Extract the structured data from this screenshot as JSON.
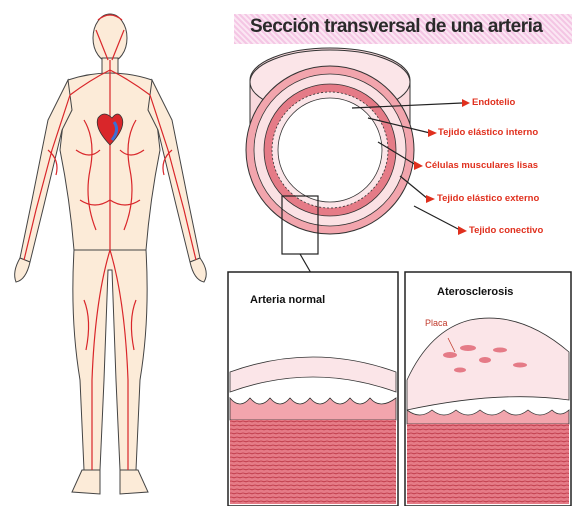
{
  "title": "Sección transversal de una arteria",
  "labels": {
    "endotelio": "Endotelio",
    "tejido_elastico_interno": "Tejido elástico interno",
    "celulas_musculares": "Células musculares lisas",
    "tejido_elastico_externo": "Tejido elástico externo",
    "tejido_conectivo": "Tejido conectivo"
  },
  "panels": {
    "normal": {
      "title": "Arteria normal"
    },
    "atero": {
      "title": "Aterosclerosis",
      "plaque_label": "Placa"
    }
  },
  "colors": {
    "artery_red": "#d9262a",
    "wall_pink": "#f2a5ad",
    "muscle_red": "#d85a6a",
    "label_red": "#e0301e",
    "skin": "#fcebd8"
  }
}
